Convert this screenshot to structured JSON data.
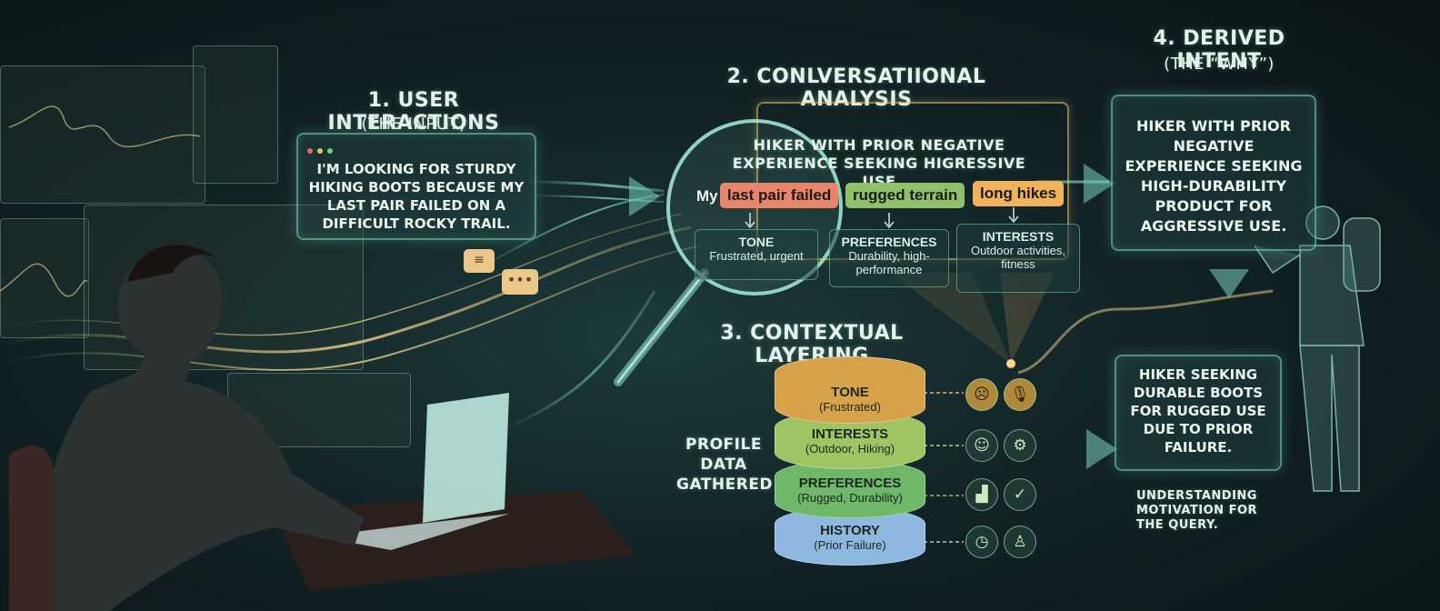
{
  "step1": {
    "title": "1. User Interactions",
    "subtitle": "(The Input)",
    "quote": "I'm looking for sturdy hiking boots because my last pair failed on a difficult rocky trail."
  },
  "step2": {
    "title": "2. Conlversatiional Analysis",
    "summary": "Hiker with prior negative experience seeking higressive use",
    "tag_prefix": "My",
    "tags": [
      "last pair failed",
      "rugged terrain",
      "long hikes"
    ],
    "cards": [
      {
        "title": "Tone",
        "text": "Frustrated, urgent"
      },
      {
        "title": "Preferences",
        "text": "Durability, high-performance"
      },
      {
        "title": "Interests",
        "text": "Outdoor activities, fitness"
      }
    ]
  },
  "step3": {
    "title": "3. Contextual Layering",
    "side_label": "Profile Data Gathered",
    "layers": [
      {
        "title": "Tone",
        "sub": "(Frustrated)",
        "color": "#d6a24a"
      },
      {
        "title": "Interests",
        "sub": "(Outdoor, Hiking)",
        "color": "#9fc463"
      },
      {
        "title": "Preferences",
        "sub": "(Rugged, Durability)",
        "color": "#6fb86a"
      },
      {
        "title": "History",
        "sub": "(Prior Failure)",
        "color": "#8fb8e0"
      }
    ],
    "icons": [
      "sad-face-icon",
      "microphone-icon",
      "hiker-icon",
      "gear-icon",
      "growth-chart-icon",
      "gear-check-icon",
      "history-clock-icon",
      "user-icon"
    ]
  },
  "step4": {
    "title": "4. Derived Intent",
    "subtitle": "(The “Why”)",
    "intent": "Hiker with prior negative experience seeking high-durability product for aggressive use.",
    "summary": "Hiker seeking durable boots for rugged use due to prior failure.",
    "caption": "Understanding motivation for the query."
  },
  "colors": {
    "tag_red": "#e8856a",
    "tag_green": "#8fc06a",
    "tag_orange": "#f0b35a",
    "accent": "#7fdcc4"
  }
}
